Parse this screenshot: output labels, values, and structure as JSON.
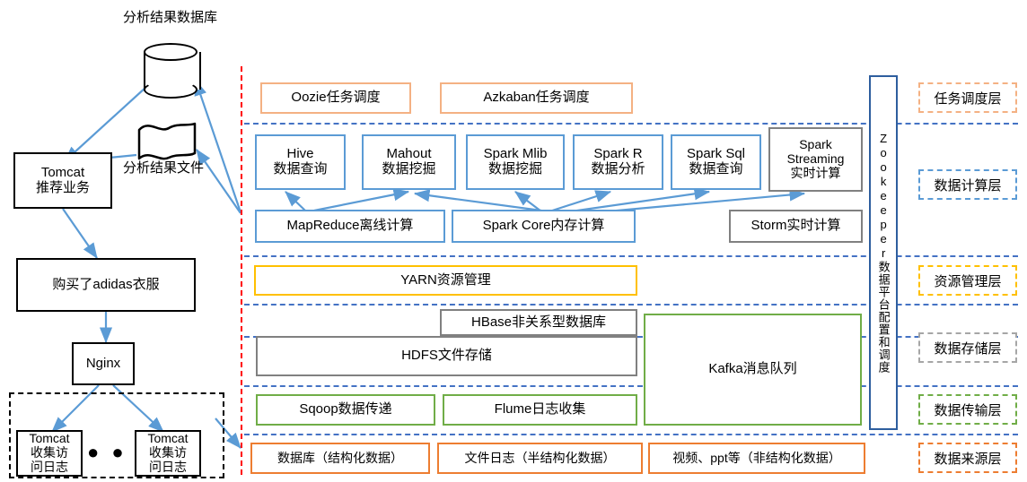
{
  "left_flow": {
    "db_label": "分析结果数据库",
    "file_label": "分析结果文件",
    "tomcat_rec": "Tomcat\n推荐业务",
    "tomcat_rec_l1": "Tomcat",
    "tomcat_rec_l2": "推荐业务",
    "purchase": "购买了adidas衣服",
    "nginx": "Nginx",
    "tomcat_log_l1": "Tomcat",
    "tomcat_log_l2": "收集访",
    "tomcat_log_l3": "问日志",
    "ellipsis": "● ● ●"
  },
  "zookeeper": {
    "text": "Zookeeper数据平台配置和调度"
  },
  "layers": {
    "scheduling": {
      "chip": "任务调度层",
      "items": [
        {
          "label": "Oozie任务调度",
          "style": "peach"
        },
        {
          "label": "Azkaban任务调度",
          "style": "peach"
        }
      ]
    },
    "compute": {
      "chip": "数据计算层",
      "row1": [
        {
          "l1": "Hive",
          "l2": "数据查询",
          "style": "blue"
        },
        {
          "l1": "Mahout",
          "l2": "数据挖掘",
          "style": "blue"
        },
        {
          "l1": "Spark Mlib",
          "l2": "数据挖掘",
          "style": "blue"
        },
        {
          "l1": "Spark R",
          "l2": "数据分析",
          "style": "blue"
        },
        {
          "l1": "Spark Sql",
          "l2": "数据查询",
          "style": "blue"
        },
        {
          "l1": "Spark",
          "l2": "Streaming",
          "l3": "实时计算",
          "style": "gray"
        }
      ],
      "row2": [
        {
          "label": "MapReduce离线计算",
          "style": "blue"
        },
        {
          "label": "Spark Core内存计算",
          "style": "blue"
        },
        {
          "label": "Storm实时计算",
          "style": "gray"
        }
      ]
    },
    "resource": {
      "chip": "资源管理层",
      "items": [
        {
          "label": "YARN资源管理",
          "style": "yellow"
        }
      ]
    },
    "storage": {
      "chip": "数据存储层",
      "items": [
        {
          "label": "HBase非关系型数据库",
          "style": "gray"
        },
        {
          "label": "HDFS文件存储",
          "style": "gray"
        },
        {
          "label": "Kafka消息队列",
          "style": "green"
        }
      ]
    },
    "transport": {
      "chip": "数据传输层",
      "items": [
        {
          "label": "Sqoop数据传递",
          "style": "green"
        },
        {
          "label": "Flume日志收集",
          "style": "green"
        }
      ]
    },
    "source": {
      "chip": "数据来源层",
      "items": [
        {
          "label": "数据库（结构化数据）",
          "style": "orange"
        },
        {
          "label": "文件日志（半结构化数据）",
          "style": "orange"
        },
        {
          "label": "视频、ppt等（非结构化数据）",
          "style": "orange"
        }
      ]
    }
  },
  "colors": {
    "blue": "#5B9BD5",
    "gray": "#808080",
    "green": "#70AD47",
    "yellow": "#FFC000",
    "peach": "#F4B183",
    "orange": "#ED7D31",
    "navy": "#2E5E9E",
    "red_divider": "#FF0000",
    "separator": "#4472C4",
    "arrow": "#5B9BD5",
    "black": "#000000"
  }
}
